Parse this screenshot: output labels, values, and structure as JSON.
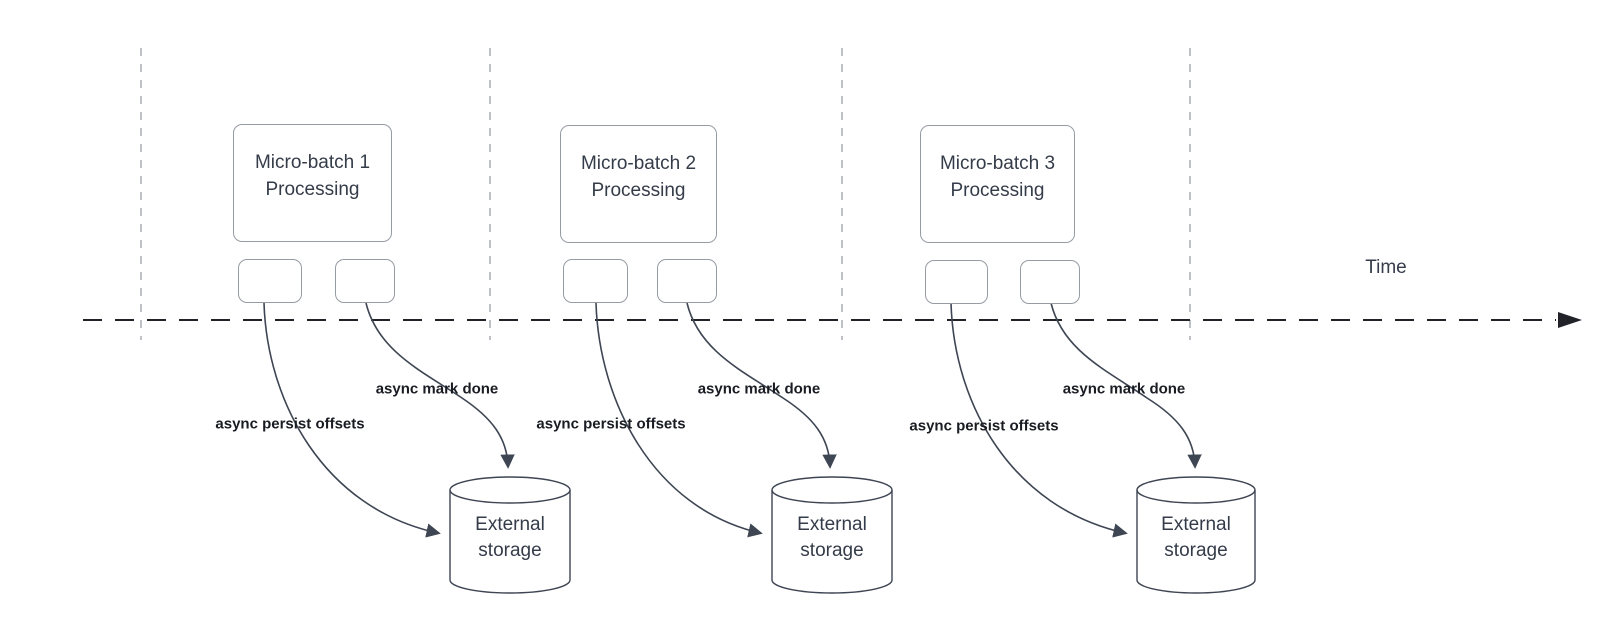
{
  "colors": {
    "line": "#3e4553",
    "axis": "#212328",
    "guide": "#a9adb3",
    "box-border": "#979ca4",
    "box-text": "#353c49",
    "label-text": "#191c22"
  },
  "diagram": {
    "time_label": "Time",
    "batches": [
      {
        "box_label": "Micro-batch 1\nProcessing",
        "persist_label": "async persist offsets",
        "mark_label": "async mark done",
        "storage_label": "External\nstorage"
      },
      {
        "box_label": "Micro-batch 2\nProcessing",
        "persist_label": "async persist offsets",
        "mark_label": "async mark done",
        "storage_label": "External\nstorage"
      },
      {
        "box_label": "Micro-batch 3\nProcessing",
        "persist_label": "async persist offsets",
        "mark_label": "async mark done",
        "storage_label": "External\nstorage"
      }
    ]
  }
}
